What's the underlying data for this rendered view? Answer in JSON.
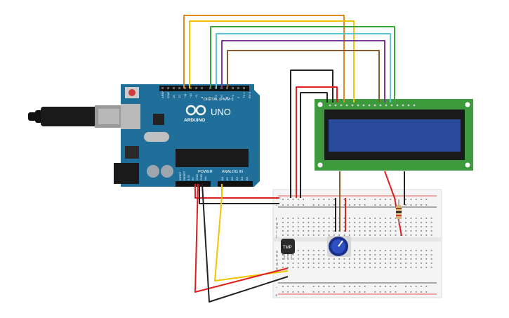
{
  "arduino": {
    "logo_text": "ARDUINO",
    "model": "UNO",
    "header_digital": "DIGITAL (PWM~)",
    "header_power": "POWER",
    "header_analog": "ANALOG IN",
    "pin_digital": [
      "AREF",
      "GND",
      "13",
      "12",
      "~11",
      "~10",
      "~9",
      "8",
      "7",
      "~6",
      "~5",
      "4",
      "~3",
      "2",
      "TX 1",
      "RX 0"
    ],
    "pin_power": [
      "IOREF",
      "RESET",
      "3.3V",
      "5V",
      "GND",
      "GND",
      "Vin"
    ],
    "pin_analog": [
      "A0",
      "A1",
      "A2",
      "A3",
      "A4",
      "A5"
    ]
  },
  "sensor": {
    "label": "TMP"
  },
  "breadboard": {
    "rows_top": [
      "a",
      "b",
      "c",
      "d",
      "e"
    ],
    "rows_bottom": [
      "f",
      "g",
      "h",
      "i",
      "j"
    ],
    "plus": "+",
    "minus": "-"
  },
  "colors": {
    "board": "#1f6f9a",
    "lcd_pcb": "#3d9a3d",
    "lcd_screen": "#2c4a9c",
    "breadboard": "#f4f4f4",
    "wire_orange": "#e08a1e",
    "wire_yellow": "#f2c400",
    "wire_green": "#3aa43a",
    "wire_cyan": "#5bc2d8",
    "wire_purple": "#7a3a96",
    "wire_brown": "#8a5a2b",
    "wire_red": "#e01e1e",
    "wire_black": "#222222"
  }
}
